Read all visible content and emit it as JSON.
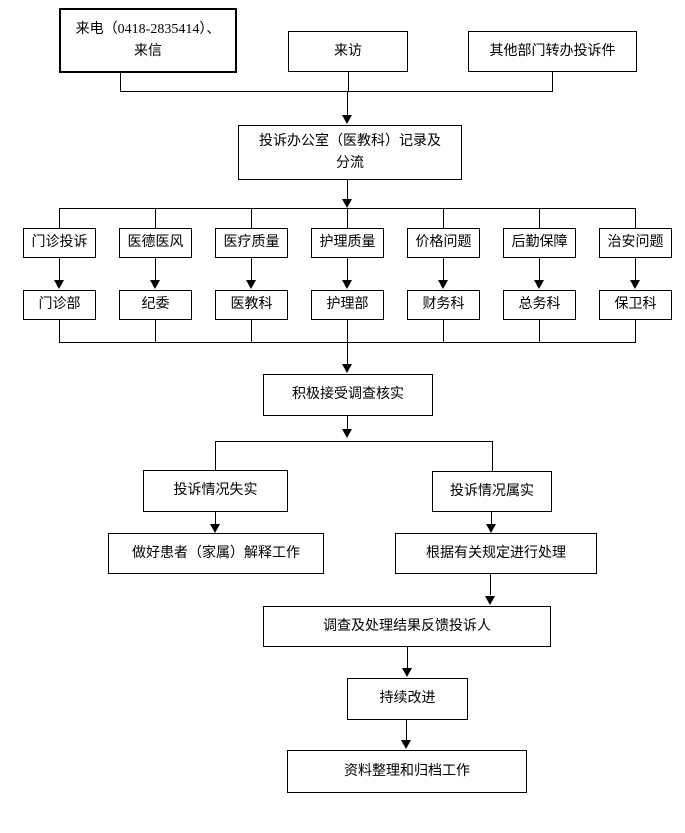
{
  "colors": {
    "line": "#000000",
    "text": "#000000",
    "background": "#ffffff"
  },
  "sources": [
    {
      "lines": [
        "来电（0418-2835414）、",
        "来信"
      ]
    },
    {
      "label": "来访"
    },
    {
      "label": "其他部门转办投诉件"
    }
  ],
  "triage": {
    "lines": [
      "投诉办公室（医教科）记录及",
      "分流"
    ]
  },
  "routing": [
    {
      "category": "门诊投诉",
      "department": "门诊部"
    },
    {
      "category": "医德医风",
      "department": "纪委"
    },
    {
      "category": "医疗质量",
      "department": "医教科"
    },
    {
      "category": "护理质量",
      "department": "护理部"
    },
    {
      "category": "价格问题",
      "department": "财务科"
    },
    {
      "category": "后勤保障",
      "department": "总务科"
    },
    {
      "category": "治安问题",
      "department": "保卫科"
    }
  ],
  "verification": {
    "label": "积极接受调查核实"
  },
  "outcomes": {
    "untrue": {
      "label": "投诉情况失实",
      "action": "做好患者（家属）解释工作"
    },
    "confirmed": {
      "label": "投诉情况属实",
      "action": "根据有关规定进行处理"
    }
  },
  "feedback": {
    "label": "调查及处理结果反馈投诉人"
  },
  "improvement": {
    "label": "持续改进"
  },
  "archiving": {
    "label": "资料整理和归档工作"
  }
}
